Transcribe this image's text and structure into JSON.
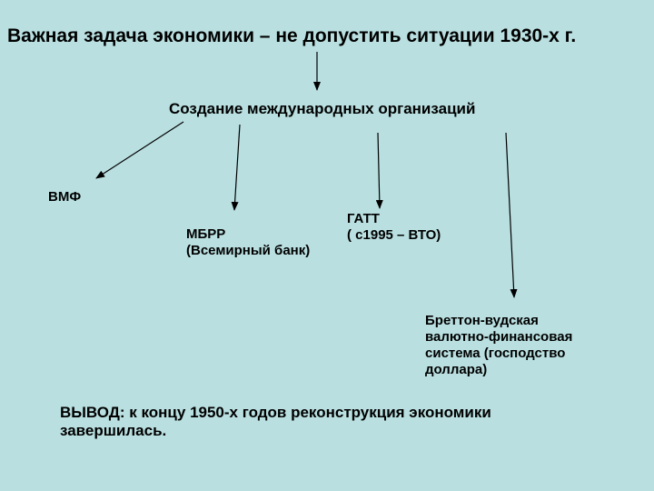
{
  "title": "Важная задача экономики – не допустить ситуации 1930-х г.",
  "subtitle": "Создание международных организаций",
  "nodes": {
    "vmf": {
      "label": "ВМФ"
    },
    "mbrr": {
      "line1": "МБРР",
      "line2": "(Всемирный банк)"
    },
    "gatt": {
      "line1": "ГАТТ",
      "line2": "( с1995 – ВТО)"
    },
    "bretton": {
      "line1": "Бреттон-вудская",
      "line2": "валютно-финансовая",
      "line3": "система (господство",
      "line4": "доллара)"
    }
  },
  "conclusion": {
    "line1": "ВЫВОД: к концу 1950-х годов реконструкция экономики",
    "line2": "завершилась."
  },
  "colors": {
    "background": "#b9dfe0",
    "text": "#000000",
    "arrow": "#000000"
  }
}
